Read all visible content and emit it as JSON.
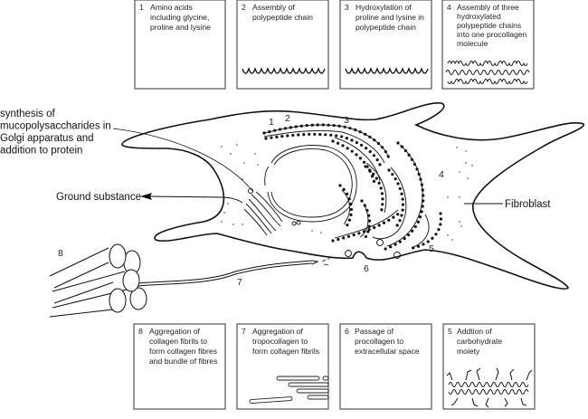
{
  "top_boxes": [
    {
      "number": "1",
      "lines": [
        "Amino acids",
        "including glycine,",
        "proline and lysine"
      ]
    },
    {
      "number": "2",
      "lines": [
        "Assembly of",
        "polypeptide chain"
      ]
    },
    {
      "number": "3",
      "lines": [
        "Hydroxylation of",
        "proline and lysine in",
        "polypeptide chain"
      ]
    },
    {
      "number": "4",
      "lines": [
        "Assembly of three",
        "hydroxylated",
        "polypeptide chains",
        "into one procollagen",
        "molecule"
      ]
    }
  ],
  "bottom_boxes": [
    {
      "number": "8",
      "lines": [
        "Aggregation of",
        "collagen fibrils to",
        "form collagen fibres",
        "and bundle of fibres"
      ]
    },
    {
      "number": "7",
      "lines": [
        "Aggregation of",
        "tropocollagen to",
        "form collagen fibrils"
      ]
    },
    {
      "number": "6",
      "lines": [
        "Passage of",
        "procollagen to",
        "extracellular space"
      ]
    },
    {
      "number": "5",
      "lines": [
        "Addtion of",
        "carbohydrate",
        "moiety"
      ]
    }
  ],
  "labels": {
    "golgi_note": [
      "synthesis of",
      "mucopolysaccharides in",
      "Golgi apparatus and",
      "addition to protein"
    ],
    "ground_substance": "Ground substance",
    "fibroblast": "Fibroblast"
  },
  "step_markers": [
    "1",
    "2",
    "3",
    "4",
    "5",
    "6",
    "7",
    "8"
  ]
}
